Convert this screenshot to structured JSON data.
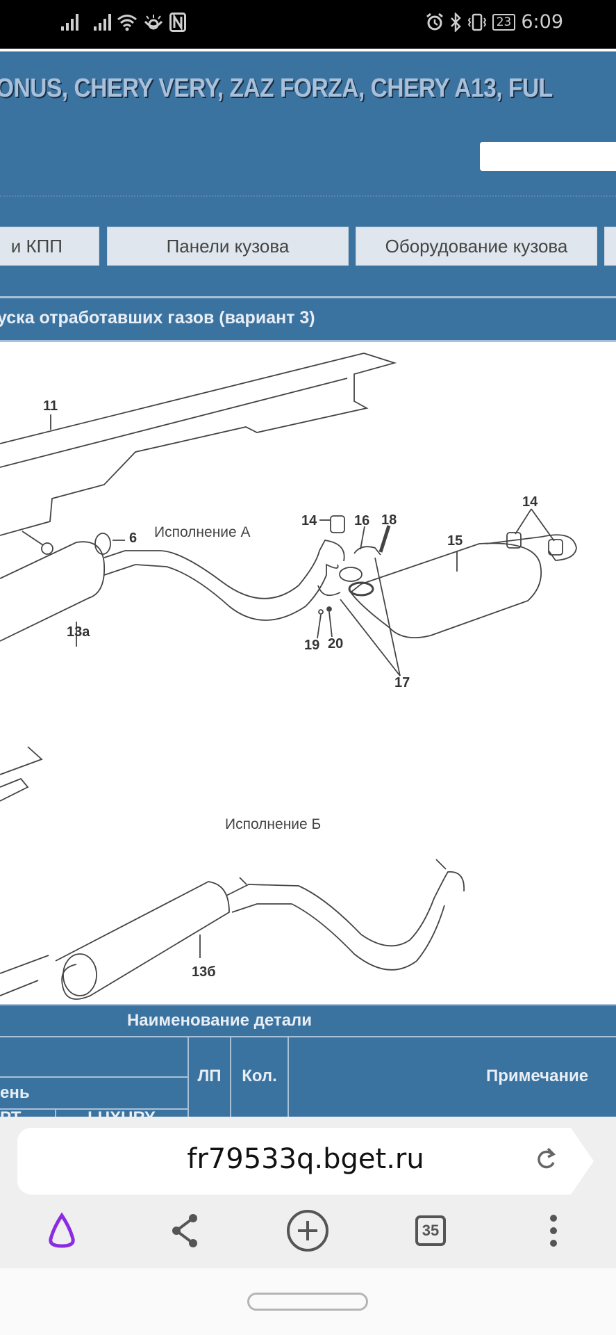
{
  "status_bar": {
    "time": "6:09",
    "battery": "23",
    "icons": [
      "signal-icon",
      "signal-icon",
      "wifi-icon",
      "eye-comfort-icon",
      "nfc-icon",
      "alarm-icon",
      "bluetooth-icon",
      "vibrate-icon",
      "battery-icon"
    ]
  },
  "site": {
    "title": "ONUS, CHERY VERY, ZAZ FORZA, CHERY A13, FUL",
    "search_placeholder": ""
  },
  "nav_tabs": [
    {
      "label": "и КПП"
    },
    {
      "label": "Панели кузова"
    },
    {
      "label": "Оборудование кузова"
    },
    {
      "label": ""
    }
  ],
  "section": {
    "title": "уска отработавших газов (вариант 3)"
  },
  "diagram": {
    "variant_a": "Исполнение А",
    "variant_b": "Исполнение Б",
    "callouts": [
      "11",
      "6",
      "13а",
      "14",
      "16",
      "18",
      "15",
      "14",
      "19",
      "20",
      "17",
      "13б"
    ]
  },
  "parts_table": {
    "header_main": "Наименование детали",
    "col_trim_group": "ень",
    "col_trim_a": "РТ",
    "col_trim_b": "LUXURY",
    "col_lp": "ЛП",
    "col_qty": "Кол.",
    "col_note": "Примечание"
  },
  "browser": {
    "url": "fr79533q.bget.ru",
    "tab_count": "35",
    "accent_color": "#8b2be2"
  }
}
